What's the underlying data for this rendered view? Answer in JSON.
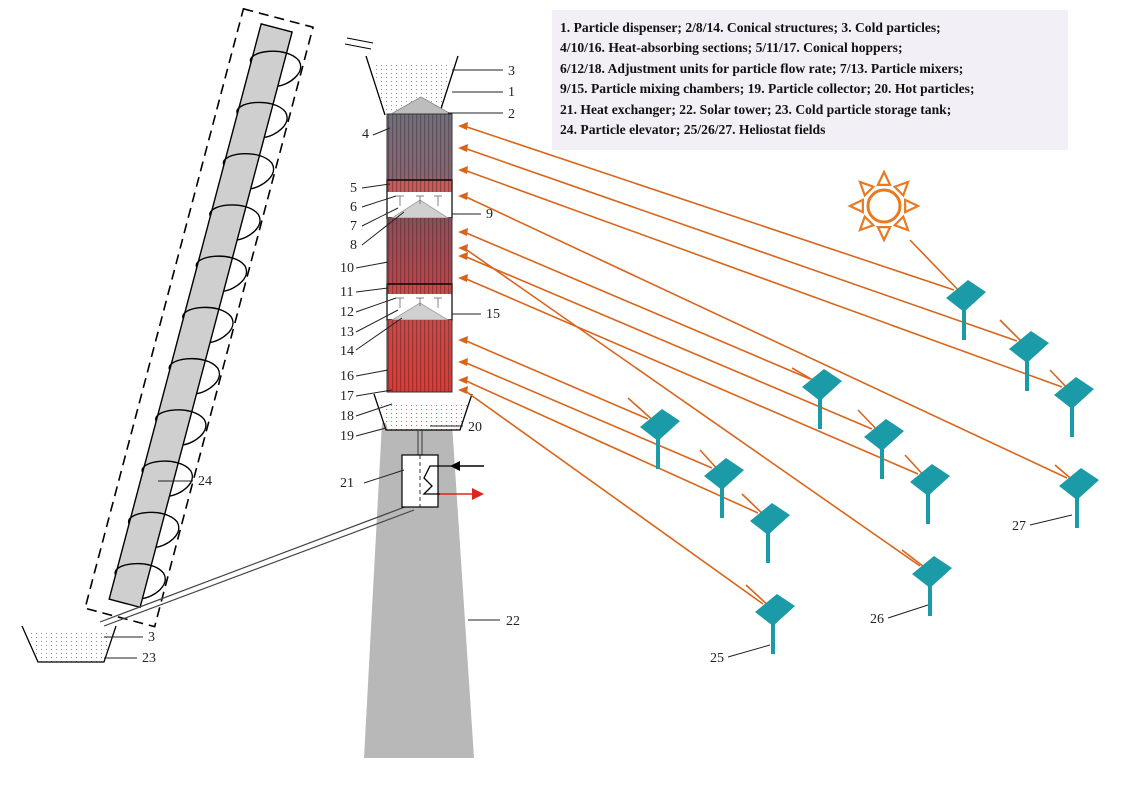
{
  "legend": [
    "1. Particle dispenser; 2/8/14. Conical structures; 3. Cold particles;",
    "4/10/16. Heat-absorbing sections; 5/11/17. Conical hoppers;",
    "6/12/18. Adjustment units for particle flow rate; 7/13. Particle mixers;",
    "9/15. Particle mixing chambers; 19. Particle collector; 20. Hot particles;",
    "21. Heat exchanger; 22. Solar tower; 23. Cold particle storage tank;",
    "24. Particle elevator; 25/26/27. Heliostat fields"
  ],
  "labels": {
    "l1": "1",
    "l2": "2",
    "l3a": "3",
    "l3b": "3",
    "l4": "4",
    "l5": "5",
    "l6": "6",
    "l7": "7",
    "l8": "8",
    "l9": "9",
    "l10": "10",
    "l11": "11",
    "l12": "12",
    "l13": "13",
    "l14": "14",
    "l15": "15",
    "l16": "16",
    "l17": "17",
    "l18": "18",
    "l19": "19",
    "l20": "20",
    "l21": "21",
    "l22": "22",
    "l23": "23",
    "l24": "24",
    "l25": "25",
    "l26": "26",
    "l27": "27"
  },
  "colors": {
    "ray": "#d9651b",
    "heliostat": "#1b9aa8",
    "sun": "#e87a22",
    "tower": "#b8b8b8",
    "section_top": "#7a7a86",
    "section_bottom": "#d23a35",
    "hot_arrow": "#e0261c"
  }
}
